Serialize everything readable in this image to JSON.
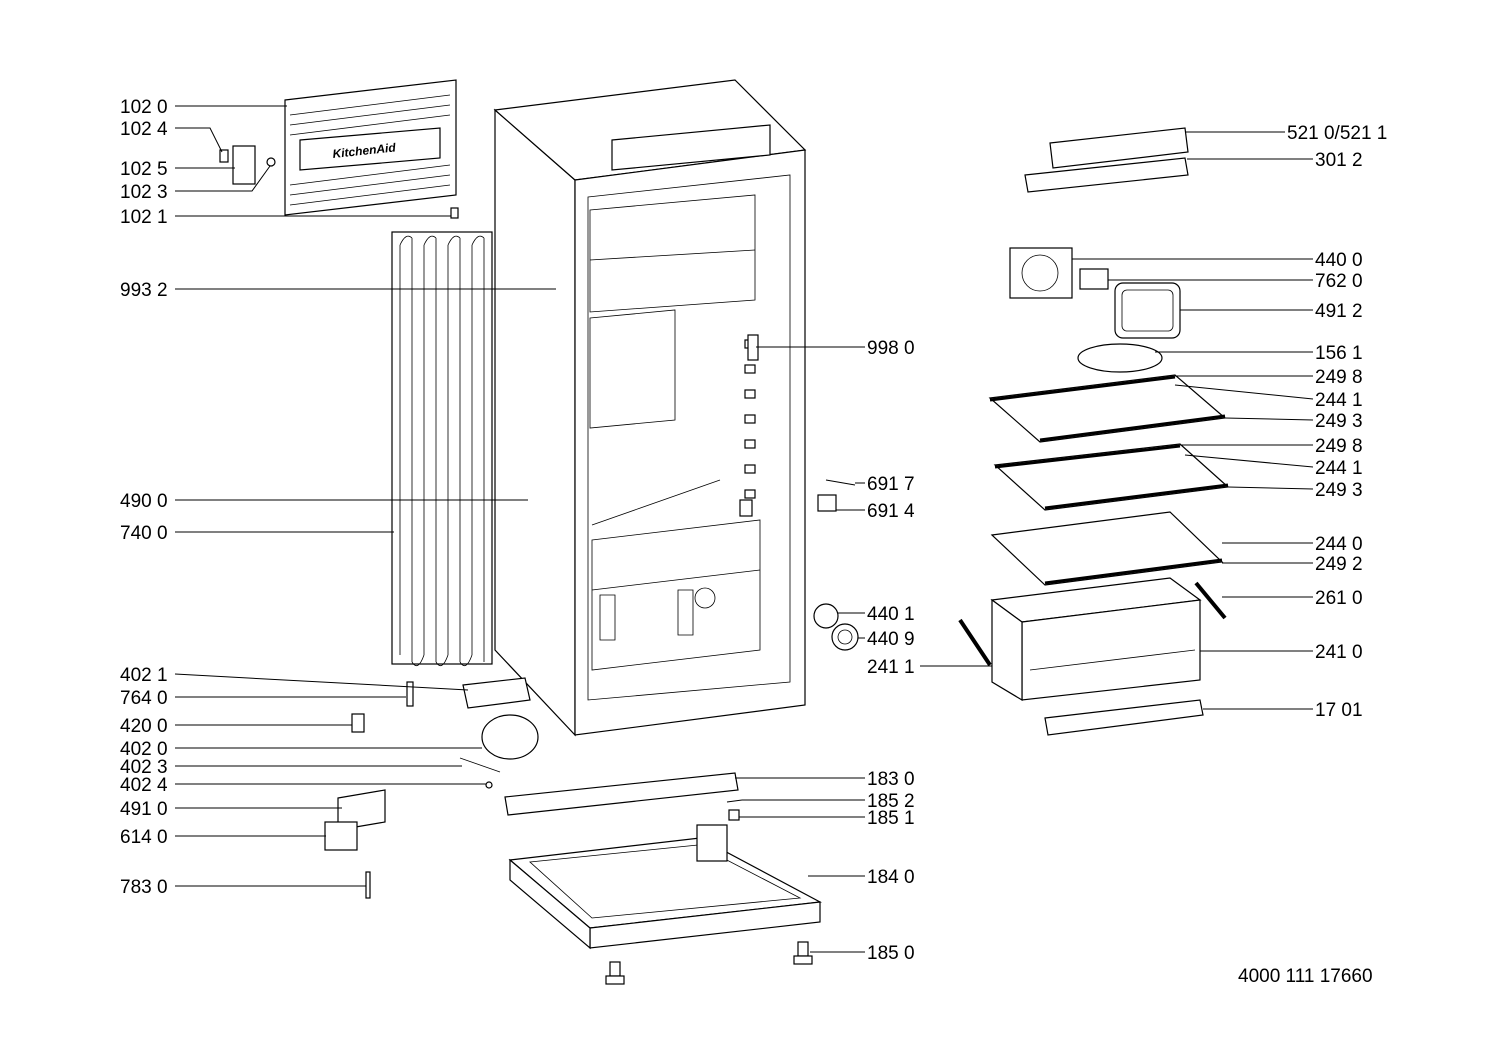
{
  "doc_number": "4000 111 17660",
  "brand_mark": "KitchenAid",
  "callouts": {
    "left": [
      "102 0",
      "102 4",
      "102 5",
      "102 3",
      "102 1",
      "993 2",
      "490 0",
      "740 0",
      "402 1",
      "764 0",
      "420 0",
      "402 0",
      "402 3",
      "402 4",
      "491 0",
      "614 0",
      "783 0"
    ],
    "center": [
      "998 0",
      "691 7",
      "691 4",
      "440 1",
      "440 9",
      "241 1",
      "183 0",
      "185 2",
      "185 1",
      "184 0",
      "185 0"
    ],
    "right": [
      "521 0/521 1",
      "301 2",
      "440 0",
      "762 0",
      "491 2",
      "156 1",
      "249 8",
      "244 1",
      "249 3",
      "249 8",
      "244 1",
      "249 3",
      "244 0",
      "249 2",
      "261 0",
      "241 0",
      "17 01"
    ]
  }
}
